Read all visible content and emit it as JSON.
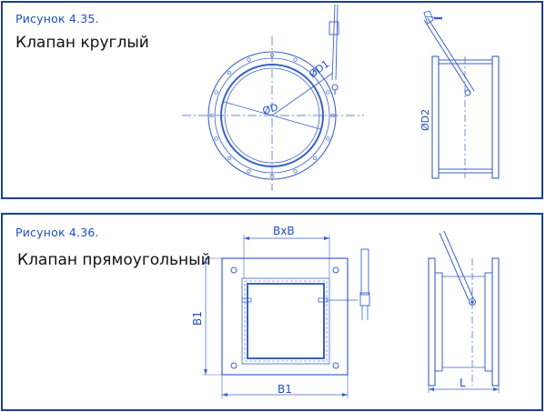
{
  "figure1": {
    "number": "Рисунок 4.35.",
    "title": "Клапан круглый",
    "labels": {
      "inner_diameter": "ØD",
      "outer_diameter": "ØD1",
      "side_diameter": "ØD2"
    }
  },
  "figure2": {
    "number": "Рисунок 4.36.",
    "title": "Клапан прямоугольный",
    "labels": {
      "section": "BxB",
      "height": "B1",
      "width": "B1",
      "length": "L"
    }
  },
  "colors": {
    "border": "#1b3f9a",
    "line": "#3a62c8",
    "number_text": "#1f4fc0"
  }
}
